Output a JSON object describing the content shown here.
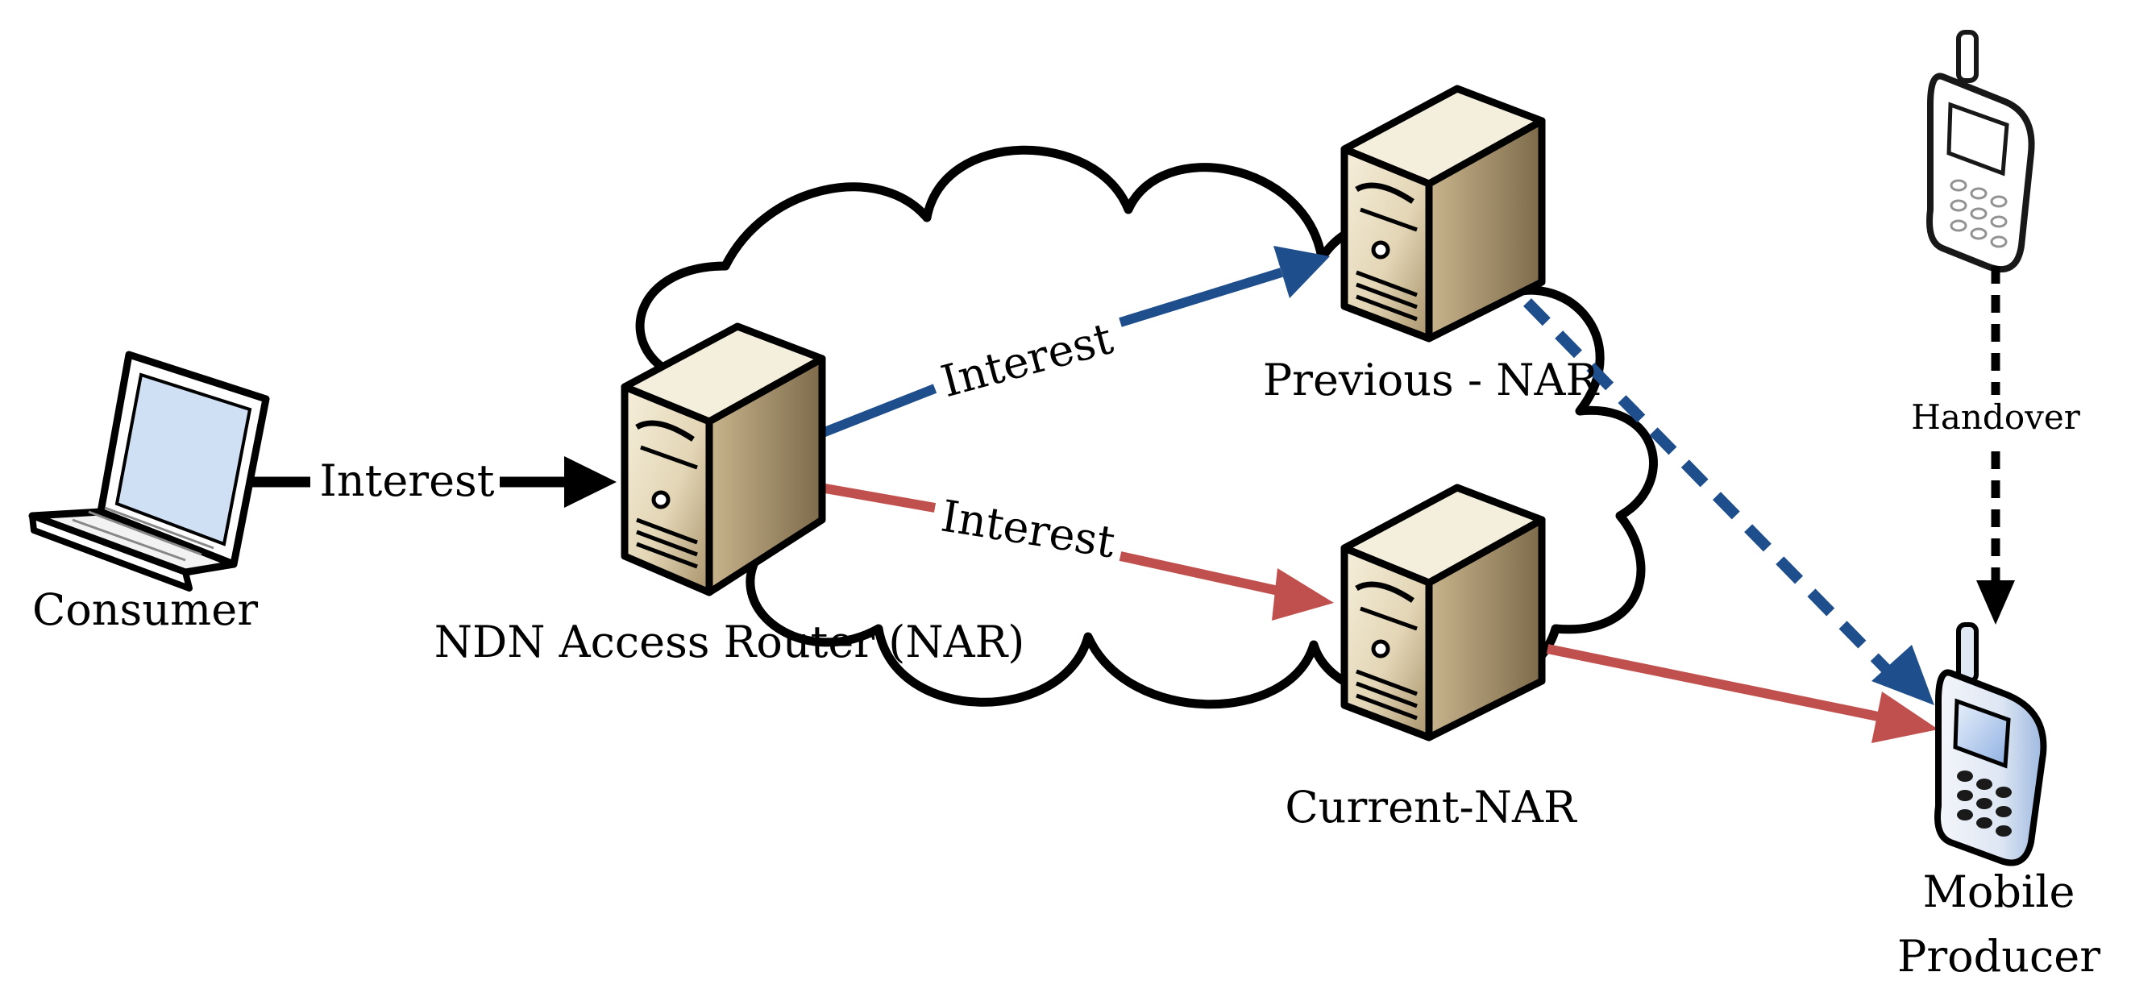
{
  "nodes": {
    "consumer": "Consumer",
    "nar": "NDN Access Router (NAR)",
    "previous_nar": "Previous - NAR",
    "current_nar": "Current-NAR",
    "handover": "Handover",
    "mobile_producer": [
      "Mobile",
      "Producer"
    ]
  },
  "edges": {
    "consumer_to_nar": "Interest",
    "nar_to_previous": "Interest",
    "nar_to_current": "Interest"
  },
  "colors": {
    "blue_path": "#1f4e8c",
    "red_path": "#c0504d",
    "server_body": "#e6dcc1",
    "phone_screen": "#9dbde8"
  }
}
